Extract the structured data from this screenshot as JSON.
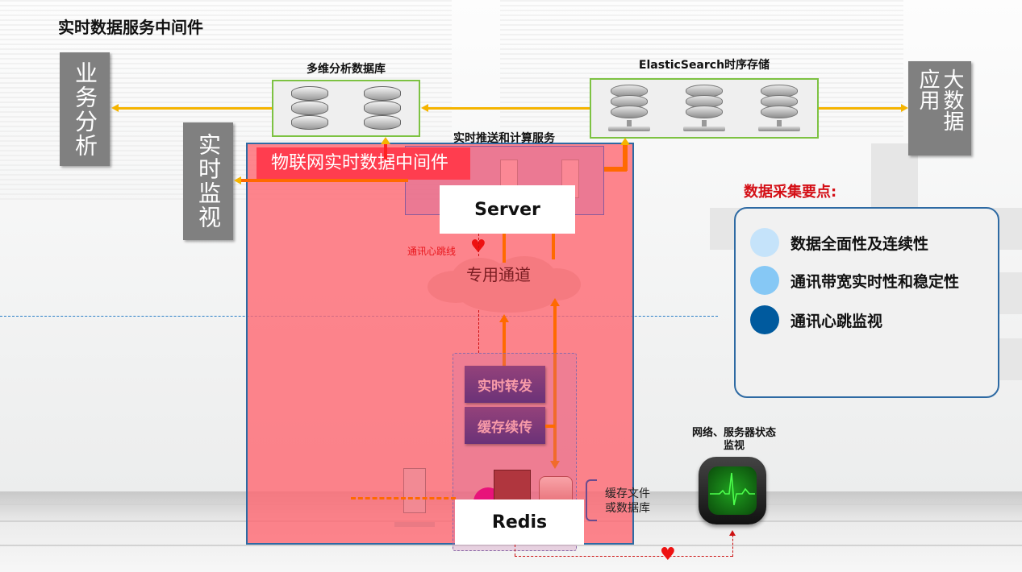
{
  "page_title": "实时数据服务中间件",
  "left_boxes": {
    "business_analysis": "业务分析",
    "realtime_monitor": "实时监视"
  },
  "right_box": {
    "bigdata_app": "大数据应用"
  },
  "olap_db": {
    "label": "多维分析数据库",
    "db_count": 2
  },
  "elasticsearch": {
    "label": "ElasticSearch时序存储",
    "server_count": 3
  },
  "iot_middleware": {
    "label": "物联网实时数据中间件",
    "push_service_label": "实时推送和计算服务",
    "server_label": "Server",
    "heartbeat_label": "通讯心跳线",
    "channel_label": "专用通道",
    "realtime_forward": "实时转发",
    "cache_resume": "缓存续传",
    "redis_label": "Redis",
    "cache_note": "缓存文件或数据库"
  },
  "key_points": {
    "title": "数据采集要点:",
    "items": [
      {
        "text": "数据全面性及连续性",
        "color": "#c5e3fa"
      },
      {
        "text": "通讯带宽实时性和稳定性",
        "color": "#86c8f5"
      },
      {
        "text": "通讯心跳监视",
        "color": "#005a9e"
      }
    ]
  },
  "monitor": {
    "label": "网络、服务器状态监视",
    "icon": "heartbeat-monitor-icon"
  },
  "colors": {
    "iot_fill": "#ff8c92",
    "iot_label": "#ff3d4f",
    "flow_arrow": "#f5b400",
    "orange_arrow": "#ff6a00",
    "group_border": "#7dc242",
    "heartbeat": "#ee1111"
  }
}
